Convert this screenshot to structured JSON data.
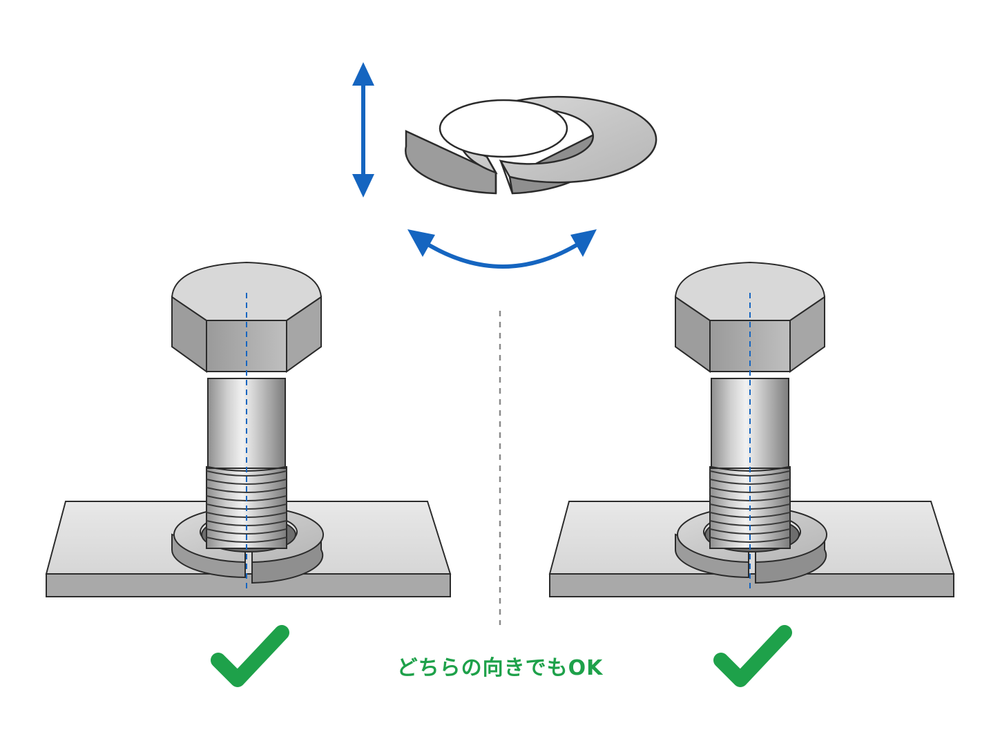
{
  "caption": "どちらの向きでもOK",
  "colors": {
    "caption": "#1ea14a",
    "check": "#1ea14a",
    "arrow": "#1565c0",
    "centerline": "#1565c0",
    "divider": "#8a8a8a",
    "outline": "#2b2b2b"
  },
  "elements": {
    "washer": "spring-washer",
    "vertical_arrow": "flip-arrow",
    "curved_arrow": "rotate-arrow",
    "left_assembly": "bolt-with-spring-washer",
    "right_assembly": "bolt-with-spring-washer",
    "left_mark": "check-icon",
    "right_mark": "check-icon"
  }
}
